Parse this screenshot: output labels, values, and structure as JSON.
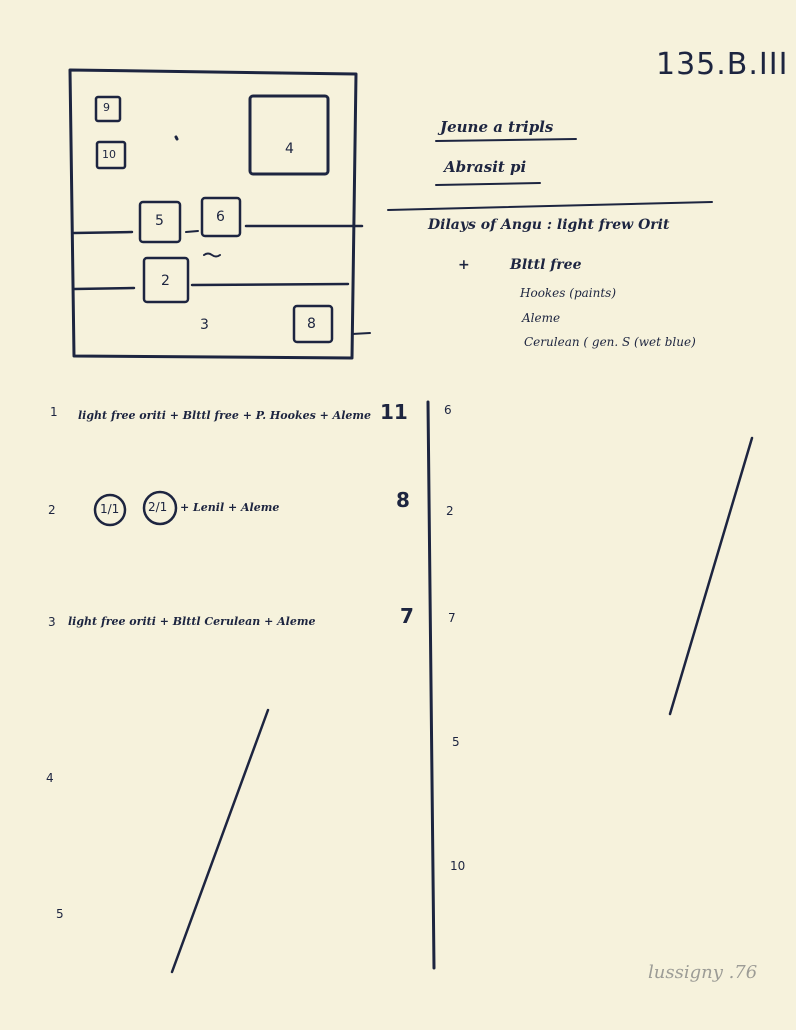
{
  "reference": "135.B.III",
  "header_notes": {
    "line1": "Jeune a tripls",
    "line2": "Abrasit pi"
  },
  "diagram": {
    "boxes": [
      {
        "label": "9"
      },
      {
        "label": "10"
      },
      {
        "label": "4"
      },
      {
        "label": "5"
      },
      {
        "label": "6"
      },
      {
        "label": "2"
      },
      {
        "label": "8"
      }
    ],
    "marks": [
      {
        "label": "3"
      }
    ]
  },
  "description": {
    "line1": "Dilays of Angu : light frew Orit",
    "plus": "+",
    "line2": "Blttl free",
    "line3": "Hookes (paints)",
    "line4": "Aleme",
    "line5": "Cerulean ( gen. S (wet blue)"
  },
  "rows": [
    {
      "index": "1",
      "text": "light free oriti + Blttl free + P. Hookes + Aleme",
      "score": "11",
      "count": "6"
    },
    {
      "index": "2",
      "text": "+ Lenil + Aleme",
      "score": "8",
      "count": "2",
      "circle1": "1/1",
      "circle2": "2/1"
    },
    {
      "index": "3",
      "text": "light free oriti + Blttl Cerulean + Aleme",
      "score": "7",
      "count": "7"
    },
    {
      "index": "4",
      "text": "",
      "score": "",
      "count": "5"
    },
    {
      "index": "5",
      "text": "",
      "score": "",
      "count": "10"
    }
  ],
  "footer": {
    "pencil_note": "lussigny .76"
  }
}
